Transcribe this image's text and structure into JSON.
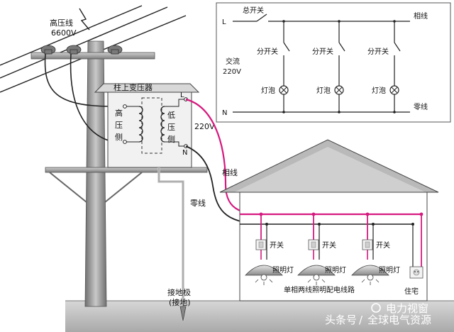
{
  "overhead": {
    "hv_line_label": "高压线",
    "hv_voltage": "6600V"
  },
  "transformer": {
    "title": "柱上变压器",
    "hv_side": [
      "高",
      "压",
      "侧"
    ],
    "lv_side": [
      "低",
      "压",
      "侧"
    ],
    "terminal_l": "L",
    "terminal_n": "N",
    "output_voltage": "220V"
  },
  "wiring": {
    "phase_label": "相线",
    "neutral_label": "零线",
    "ground_label": "接地极",
    "ground_sub": "(接地)"
  },
  "schematic": {
    "l_label": "L",
    "n_label": "N",
    "main_switch": "总开关",
    "phase_line": "相线",
    "neutral_line": "零线",
    "source_label": "交流",
    "source_voltage": "220V",
    "branch_switches": [
      "分开关",
      "分开关",
      "分开关"
    ],
    "bulbs": [
      "灯泡",
      "灯泡",
      "灯泡"
    ]
  },
  "house": {
    "switches": [
      "开关",
      "开关",
      "开关"
    ],
    "lamps": [
      "照明灯",
      "照明灯",
      "照明灯"
    ],
    "circuit_caption": "单相两线照明配电线路",
    "residence_label": "住宅"
  },
  "watermark": {
    "source_prefix": "头条号",
    "channel": "全球电气资源",
    "brand": "电力视窗"
  },
  "colors": {
    "phase_wire": "#d6197f",
    "wire": "#222222",
    "pole": "#9a9a9a",
    "ground": "#c9c9c9"
  }
}
